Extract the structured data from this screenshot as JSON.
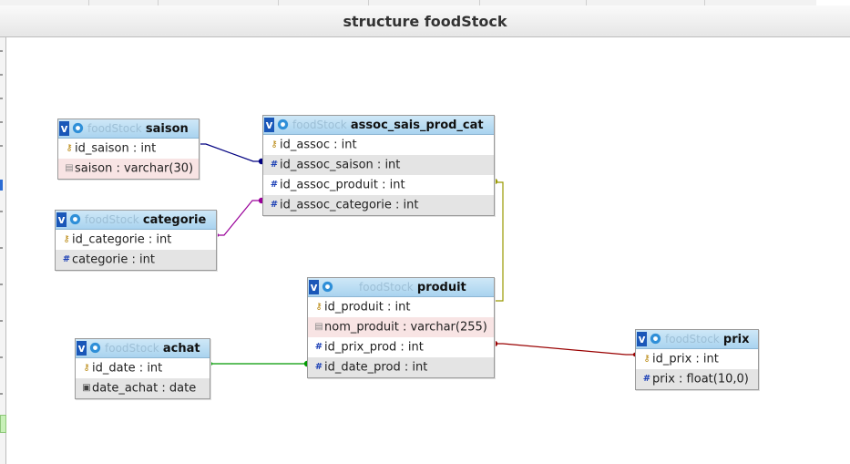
{
  "window": {
    "title": "structure foodStock"
  },
  "icons": {
    "toggle": "v",
    "settings": "gear-icon"
  },
  "tables": {
    "saison": {
      "db": "foodStock",
      "name": "saison",
      "columns": [
        {
          "icon": "key-icon",
          "text": "id_saison : int"
        },
        {
          "icon": "text-icon",
          "text": "saison : varchar(30)"
        }
      ]
    },
    "assoc": {
      "db": "foodStock",
      "name": "assoc_sais_prod_cat",
      "columns": [
        {
          "icon": "key-icon",
          "text": "id_assoc : int"
        },
        {
          "icon": "hash-icon",
          "text": "id_assoc_saison : int"
        },
        {
          "icon": "hash-icon",
          "text": "id_assoc_produit : int"
        },
        {
          "icon": "hash-icon",
          "text": "id_assoc_categorie : int"
        }
      ]
    },
    "categorie": {
      "db": "foodStock",
      "name": "categorie",
      "columns": [
        {
          "icon": "key-icon",
          "text": "id_categorie : int"
        },
        {
          "icon": "hash-icon",
          "text": "categorie : int"
        }
      ]
    },
    "produit": {
      "db": "foodStock",
      "name": "produit",
      "columns": [
        {
          "icon": "key-icon",
          "text": "id_produit : int"
        },
        {
          "icon": "text-icon",
          "text": "nom_produit : varchar(255)"
        },
        {
          "icon": "hash-icon",
          "text": "id_prix_prod : int"
        },
        {
          "icon": "hash-icon",
          "text": "id_date_prod : int"
        }
      ]
    },
    "achat": {
      "db": "foodStock",
      "name": "achat",
      "columns": [
        {
          "icon": "key-icon",
          "text": "id_date : int"
        },
        {
          "icon": "calendar-icon",
          "text": "date_achat : date"
        }
      ]
    },
    "prix": {
      "db": "foodStock",
      "name": "prix",
      "columns": [
        {
          "icon": "key-icon",
          "text": "id_prix : int"
        },
        {
          "icon": "hash-icon",
          "text": "prix : float(10,0)"
        }
      ]
    }
  },
  "relations": {
    "saison_assoc": {
      "color": "#000080"
    },
    "categorie_assoc": {
      "color": "#990099"
    },
    "assoc_produit": {
      "color": "#999900"
    },
    "achat_produit": {
      "color": "#009900"
    },
    "produit_prix": {
      "color": "#990000"
    }
  }
}
